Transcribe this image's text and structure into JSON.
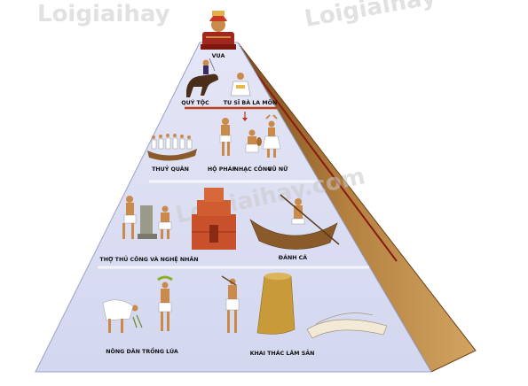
{
  "watermarks": {
    "top_left": "Loigiaihay",
    "top_right": "Loigiaihay",
    "center": "Loigiaihay.com"
  },
  "tiers": {
    "king": {
      "label": "VUA"
    },
    "nobility": {
      "label": "QUÝ TỘC"
    },
    "priests": {
      "label": "TU SĨ BÀ LA MÔN"
    },
    "navy": {
      "label": "THUỶ QUÂN"
    },
    "guards": {
      "label": "HỘ PHÁP"
    },
    "musicians": {
      "label": "NHẠC CÔNG"
    },
    "dancers": {
      "label": "VŨ NỮ"
    },
    "artisans": {
      "label": "THỢ THỦ CÔNG VÀ NGHỆ NHÂN"
    },
    "fishing": {
      "label": "ĐÁNH CÁ"
    },
    "rice_farmers": {
      "label": "NÔNG DÂN TRỒNG LÚA"
    },
    "forestry": {
      "label": "KHAI THÁC LÂM SẢN"
    }
  },
  "colors": {
    "face": "#d8dcf0",
    "face_stroke": "#9aa0c8",
    "side_dark": "#7a4a1c",
    "side_light": "#c99a55",
    "divider": "#c0401c",
    "skin": "#c98a4a",
    "cloth": "#ffffff",
    "boat": "#9b6a2d",
    "temple": "#c8502a",
    "stump": "#c99a3a",
    "stone": "#9a9a8a"
  }
}
